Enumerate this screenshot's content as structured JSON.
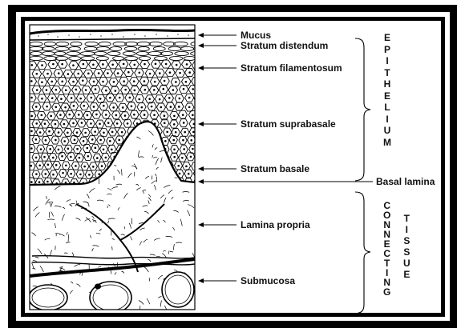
{
  "diagram": {
    "labels": {
      "mucus": "Mucus",
      "stratum_distendum": "Stratum distendum",
      "stratum_filamentosum": "Stratum filamentosum",
      "stratum_suprabasale": "Stratum suprabasale",
      "stratum_basale": "Stratum basale",
      "basal_lamina": "Basal lamina",
      "lamina_propria": "Lamina propria",
      "submucosa": "Submucosa"
    },
    "groups": {
      "epithelium": "EPITHELIUM",
      "connecting": "CONNECTING",
      "tissue": "TISSUE"
    }
  },
  "colors": {
    "frame": "#000000",
    "ink": "#111111",
    "paper": "#ffffff"
  }
}
